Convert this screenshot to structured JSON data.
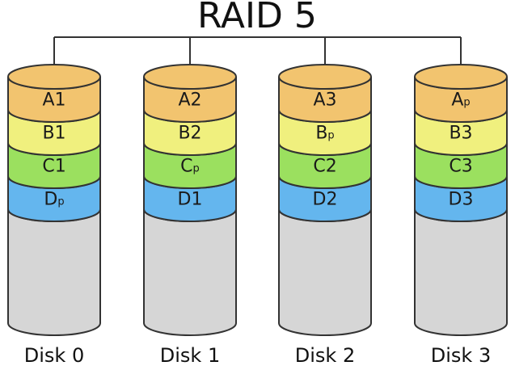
{
  "title": "RAID 5",
  "colors": {
    "A": "#f2c46f",
    "B": "#f0f07e",
    "C": "#9be05f",
    "D": "#64b6ee",
    "empty": "#d6d6d6"
  },
  "disks": [
    {
      "label": "Disk 0",
      "blocks": [
        {
          "row": "A",
          "main": "A",
          "sub": "1",
          "parity": false
        },
        {
          "row": "B",
          "main": "B",
          "sub": "1",
          "parity": false
        },
        {
          "row": "C",
          "main": "C",
          "sub": "1",
          "parity": false
        },
        {
          "row": "D",
          "main": "D",
          "sub": "p",
          "parity": true
        }
      ]
    },
    {
      "label": "Disk 1",
      "blocks": [
        {
          "row": "A",
          "main": "A",
          "sub": "2",
          "parity": false
        },
        {
          "row": "B",
          "main": "B",
          "sub": "2",
          "parity": false
        },
        {
          "row": "C",
          "main": "C",
          "sub": "p",
          "parity": true
        },
        {
          "row": "D",
          "main": "D",
          "sub": "1",
          "parity": false
        }
      ]
    },
    {
      "label": "Disk 2",
      "blocks": [
        {
          "row": "A",
          "main": "A",
          "sub": "3",
          "parity": false
        },
        {
          "row": "B",
          "main": "B",
          "sub": "p",
          "parity": true
        },
        {
          "row": "C",
          "main": "C",
          "sub": "2",
          "parity": false
        },
        {
          "row": "D",
          "main": "D",
          "sub": "2",
          "parity": false
        }
      ]
    },
    {
      "label": "Disk 3",
      "blocks": [
        {
          "row": "A",
          "main": "A",
          "sub": "p",
          "parity": true
        },
        {
          "row": "B",
          "main": "B",
          "sub": "3",
          "parity": false
        },
        {
          "row": "C",
          "main": "C",
          "sub": "3",
          "parity": false
        },
        {
          "row": "D",
          "main": "D",
          "sub": "3",
          "parity": false
        }
      ]
    }
  ]
}
